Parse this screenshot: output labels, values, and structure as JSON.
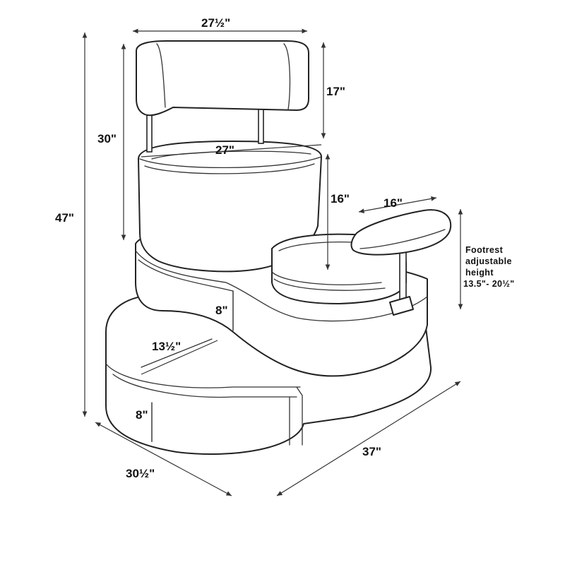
{
  "diagram": {
    "dimensions": {
      "top_width": "27½\"",
      "backrest_height": "17\"",
      "seat_height": "30\"",
      "seat_width": "27\"",
      "overall_height": "47\"",
      "basin_depth": "16\"",
      "footrest_width": "16\"",
      "platform_height": "8\"",
      "step_depth": "13½\"",
      "step_height": "8\"",
      "base_depth": "30½\"",
      "base_width": "37\""
    },
    "footrest_note": {
      "line1": "Footrest",
      "line2": "adjustable",
      "line3": "height",
      "line4": "13.5\"- 20½\""
    }
  }
}
